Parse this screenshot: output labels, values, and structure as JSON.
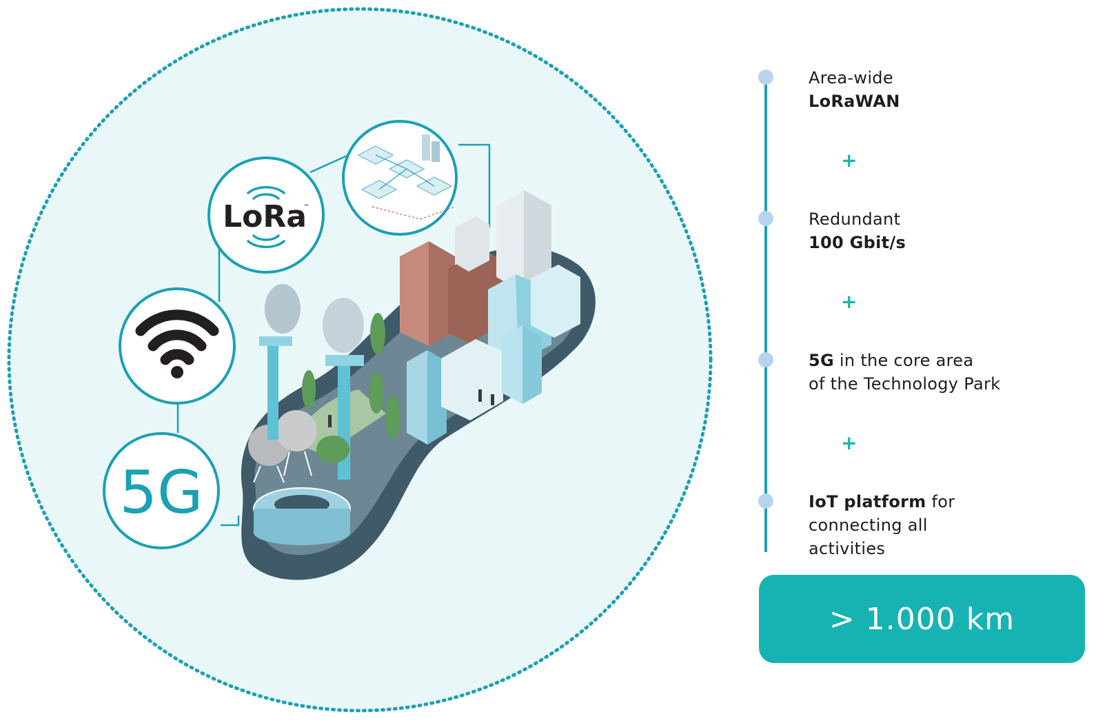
{
  "diagram": {
    "icons": {
      "lora_label": "LoRa",
      "lora_tm": "™",
      "fiveg_label": "5G"
    }
  },
  "features": [
    {
      "plain_before": "Area-wide",
      "strong": "LoRaWAN",
      "plain_after": ""
    },
    {
      "plain_before": "Redundant",
      "strong": "100 Gbit/s",
      "plain_after": ""
    },
    {
      "plain_before": "",
      "strong": "5G",
      "plain_after": " in the core area",
      "line2": "of the Technology Park"
    },
    {
      "plain_before": "",
      "strong": "IoT platform",
      "plain_after": " for",
      "line2": "connecting all",
      "line3": "activities"
    }
  ],
  "separator": "+",
  "distance_label": "> 1.000 km",
  "colors": {
    "teal": "#1ba0b4",
    "box_teal": "#17b3b3",
    "light_circle": "#eaf7f8",
    "dot_blue": "#b9d2f0"
  }
}
